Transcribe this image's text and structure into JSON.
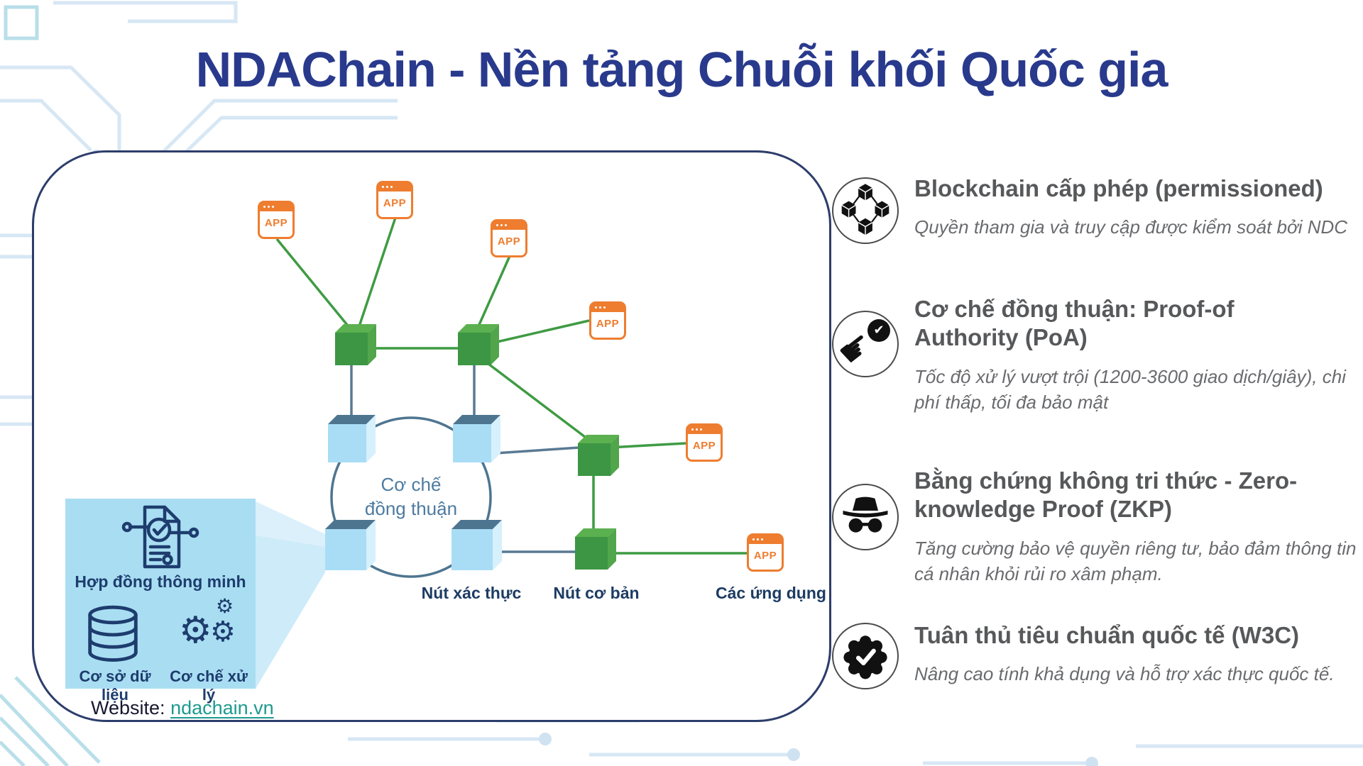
{
  "title": "NDAChain - Nền tảng Chuỗi khối Quốc gia",
  "diagram": {
    "app_label": "APP",
    "consensus": {
      "line1": "Cơ chế",
      "line2": "đồng thuận"
    },
    "node_labels": {
      "validator": "Nút xác thực",
      "basic": "Nút cơ bản",
      "apps": "Các ứng dụng"
    },
    "inset": {
      "smart_contract": "Hợp đồng thông minh",
      "database": "Cơ sở dữ liệu",
      "processing": "Cơ chế xử lý"
    },
    "website": {
      "label": "Website:",
      "link": "ndachain.vn"
    }
  },
  "features": [
    {
      "icon": "blockchain-cubes",
      "title": "Blockchain cấp phép (permissioned)",
      "desc": "Quyền tham gia và truy cập được kiểm soát bởi NDC"
    },
    {
      "icon": "hand-check-poa",
      "title": "Cơ chế đồng thuận: Proof-of Authority (PoA)",
      "desc": "Tốc độ xử lý vượt trội (1200-3600 giao dịch/giây), chi phí thấp, tối đa bảo mật"
    },
    {
      "icon": "incognito-privacy",
      "title": "Bằng chứng không tri thức - Zero-knowledge Proof (ZKP)",
      "desc": "Tăng cường bảo vệ quyền riêng tư, bảo đảm thông tin cá nhân khỏi rủi ro xâm phạm."
    },
    {
      "icon": "badge-check",
      "title": "Tuân thủ tiêu chuẩn quốc tế (W3C)",
      "desc": "Nâng cao tính khả dụng và hỗ trợ xác thực quốc tế."
    }
  ],
  "colors": {
    "title_navy": "#293a8d",
    "panel_border": "#2d3d6b",
    "app_orange": "#ee7d2f",
    "node_green": "#3c9643",
    "node_blue": "#a9ddf5",
    "line_green": "#3f9b43",
    "line_slate": "#5a7a94",
    "inset_blue": "#a9def2",
    "link_teal": "#1d9b8f",
    "heading_gray": "#58595b",
    "desc_gray": "#6a6b6e"
  }
}
